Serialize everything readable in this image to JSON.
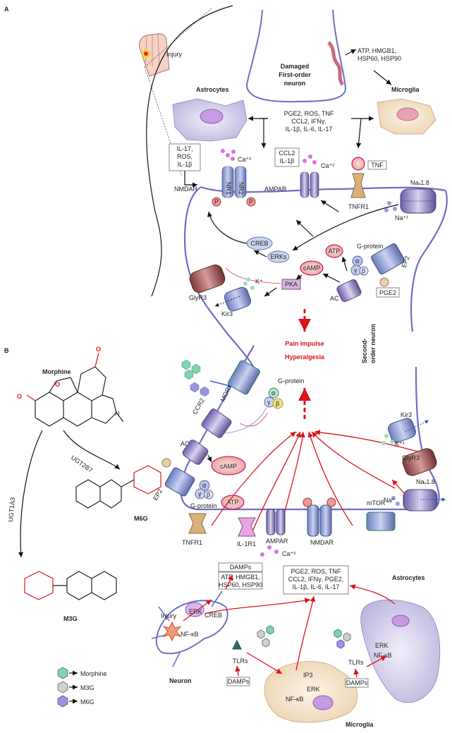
{
  "panel_a": {
    "label": "A",
    "injury": "Injury",
    "damaged_neuron": [
      "Damaged",
      "First-order",
      "neuron"
    ],
    "dampsA": [
      "ATP, HMGB1,",
      "HSP60, HSP90"
    ],
    "astrocytes": "Astrocytes",
    "microglia": "Microglia",
    "mediators": [
      "PGE2, ROS, TNF",
      "CCL2, IFNγ,",
      "IL-1β, IL-6, IL-17"
    ],
    "astro_box": [
      "IL-17,",
      "ROS,",
      "IL-1β"
    ],
    "ccl2_box": [
      "CCL2",
      "IL-1β"
    ],
    "tnf_box": "TNF",
    "ca1": "Ca⁺²",
    "ca2": "Ca⁺²",
    "nmdar": "NMDAR",
    "nr1": "NR1",
    "nr2": "NR2",
    "p": "P",
    "ampar": "AMPAR",
    "tnfr1": "TNFR1",
    "nav": "Naᵥ1.8",
    "na": "Na⁺¹",
    "creb": "CREB",
    "erks": "ERKs",
    "atp": "ATP",
    "gprot": "G-protein",
    "alpha": "α",
    "beta": "β",
    "gamma": "γ",
    "ep2": "EP2",
    "pge2": "PGE2",
    "ac": "AC",
    "camp": "cAMP",
    "pka": "PKA",
    "glyr3": "GlyR3",
    "k": "K⁺",
    "kir3": "Kir3",
    "second_order": [
      "Second-",
      "order neuron"
    ],
    "pain": "Pain impulse",
    "hyper": "Hyperalgesia"
  },
  "panel_b": {
    "label": "B",
    "morphine": "Morphine",
    "ugt2b7": "UGT2B7",
    "ugt1a3": "UGT1A3",
    "m6g": "M6G",
    "m3g": "M3G",
    "mor": "MOR",
    "gprot": "G-protein",
    "ccr2": "CCR2",
    "ac": "AC",
    "camp": "cAMP",
    "ep2": "EP2",
    "atp": "ATP",
    "kir3": "Kir3",
    "k": "K⁺¹",
    "glyr3": "GlyR3",
    "nav": "Naᵥ1.8",
    "na": "Na⁺",
    "mtor": "mTOR",
    "tnfr1": "TNFR1",
    "il1r1": "IL-1R1",
    "ampar": "AMPAR",
    "nmdar": "NMDAR",
    "ca": "Ca⁺²",
    "damps_title": "DAMPs",
    "damps_list": [
      "ATP, HMGB1,",
      "HSP60, HSP90"
    ],
    "mediators": [
      "PGE2, ROS, TNF",
      "CCL2, IFNγ, PGE2,",
      "IL-1β, IL-6, IL-17"
    ],
    "astrocytes": "Astrocytes",
    "injury": "Injury",
    "creb": "CREB",
    "erk": "ERK",
    "nfkb": "NF-κB",
    "tlrs": "TLRs",
    "damps": "DAMPs",
    "ip3": "IP3",
    "neuron": "Neuron",
    "microglia": "Microglia",
    "legend": [
      {
        "label": "Morphine",
        "color": "#7ed3b2"
      },
      {
        "label": "M3G",
        "color": "#cfcfcf"
      },
      {
        "label": "M6G",
        "color": "#9a95e0"
      }
    ]
  }
}
